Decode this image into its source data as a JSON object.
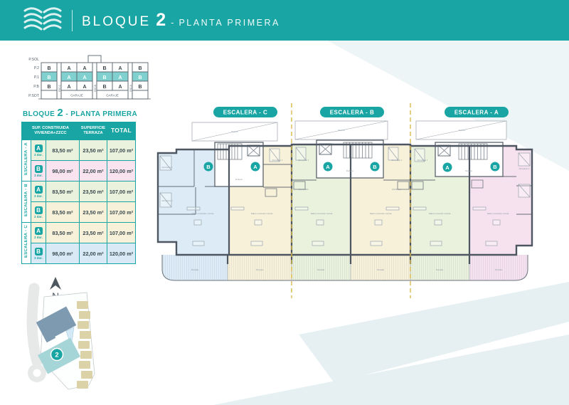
{
  "header": {
    "block_label": "BLOQUE",
    "block_number": "2",
    "separator": "-",
    "floor_label": "PLANTA PRIMERA"
  },
  "section_diagram": {
    "floors": [
      "P.SOL",
      "P.2",
      "P.1",
      "P.B",
      "P.SOT"
    ],
    "grid": {
      "p2": [
        "B",
        "A",
        "A",
        "B",
        "A",
        "B"
      ],
      "p1": [
        "B",
        "A",
        "A",
        "B",
        "A",
        "B"
      ],
      "pb": [
        "B",
        "A",
        "A",
        "B",
        "A",
        "B"
      ]
    },
    "garaje": "GARAJE",
    "esc": [
      "ESC.C",
      "ESC.B",
      "ESC.A"
    ]
  },
  "table": {
    "title": {
      "prefix": "BLOQUE",
      "number": "2",
      "suffix": "- PLANTA PRIMERA"
    },
    "header": {
      "sup1": "SUP. CONSTRUIDA",
      "sup2": "VIVIENDA+ZZCC",
      "ter1": "SUPERFICIE",
      "ter2": "TERRAZA",
      "total": "TOTAL"
    },
    "groups": [
      {
        "label": "ESCALERA - A",
        "rows": [
          {
            "unit": "A",
            "dorm": "2 dor.",
            "sup": "83,50 m²",
            "ter": "23,50 m²",
            "total": "107,00 m²"
          },
          {
            "unit": "B",
            "dorm": "3 dor.",
            "sup": "98,00 m²",
            "ter": "22,00 m²",
            "total": "120,00 m²"
          }
        ]
      },
      {
        "label": "ESCALERA - B",
        "rows": [
          {
            "unit": "A",
            "dorm": "2 dor.",
            "sup": "83,50 m²",
            "ter": "23,50 m²",
            "total": "107,00 m²"
          },
          {
            "unit": "B",
            "dorm": "2 dor.",
            "sup": "83,50 m²",
            "ter": "23,50 m²",
            "total": "107,00 m²"
          }
        ]
      },
      {
        "label": "ESCALERA - C",
        "rows": [
          {
            "unit": "A",
            "dorm": "2 dor.",
            "sup": "83,50 m²",
            "ter": "23,50 m²",
            "total": "107,00 m²"
          },
          {
            "unit": "B",
            "dorm": "3 dor.",
            "sup": "98,00 m²",
            "ter": "22,00 m²",
            "total": "120,00 m²"
          }
        ]
      }
    ]
  },
  "plan": {
    "pills": [
      "ESCALERA - C",
      "ESCALERA - B",
      "ESCALERA - A"
    ],
    "badges": [
      "B",
      "A",
      "A",
      "B",
      "A",
      "B"
    ],
    "rooms": {
      "salon": "Salón comedor cocina",
      "terraza": "Terraza",
      "dorm1": "Dormitorio 1",
      "dorm2": "Dormitorio 2",
      "rellano": "Rellano",
      "distribuidor": "Distribuidor",
      "balcon": "Balcón"
    }
  },
  "site_plan": {
    "north": "N",
    "block_badge": "2"
  },
  "colors": {
    "accent": "#18a5a3",
    "wall": "#4d5661",
    "divider_gold": "#d9b94c",
    "unit_cream": "#f8f1da",
    "unit_green": "#eaf1dd",
    "unit_blue": "#d9eaf6",
    "unit_pink": "#f9e3ef",
    "swoosh": "#e6f0f3"
  }
}
